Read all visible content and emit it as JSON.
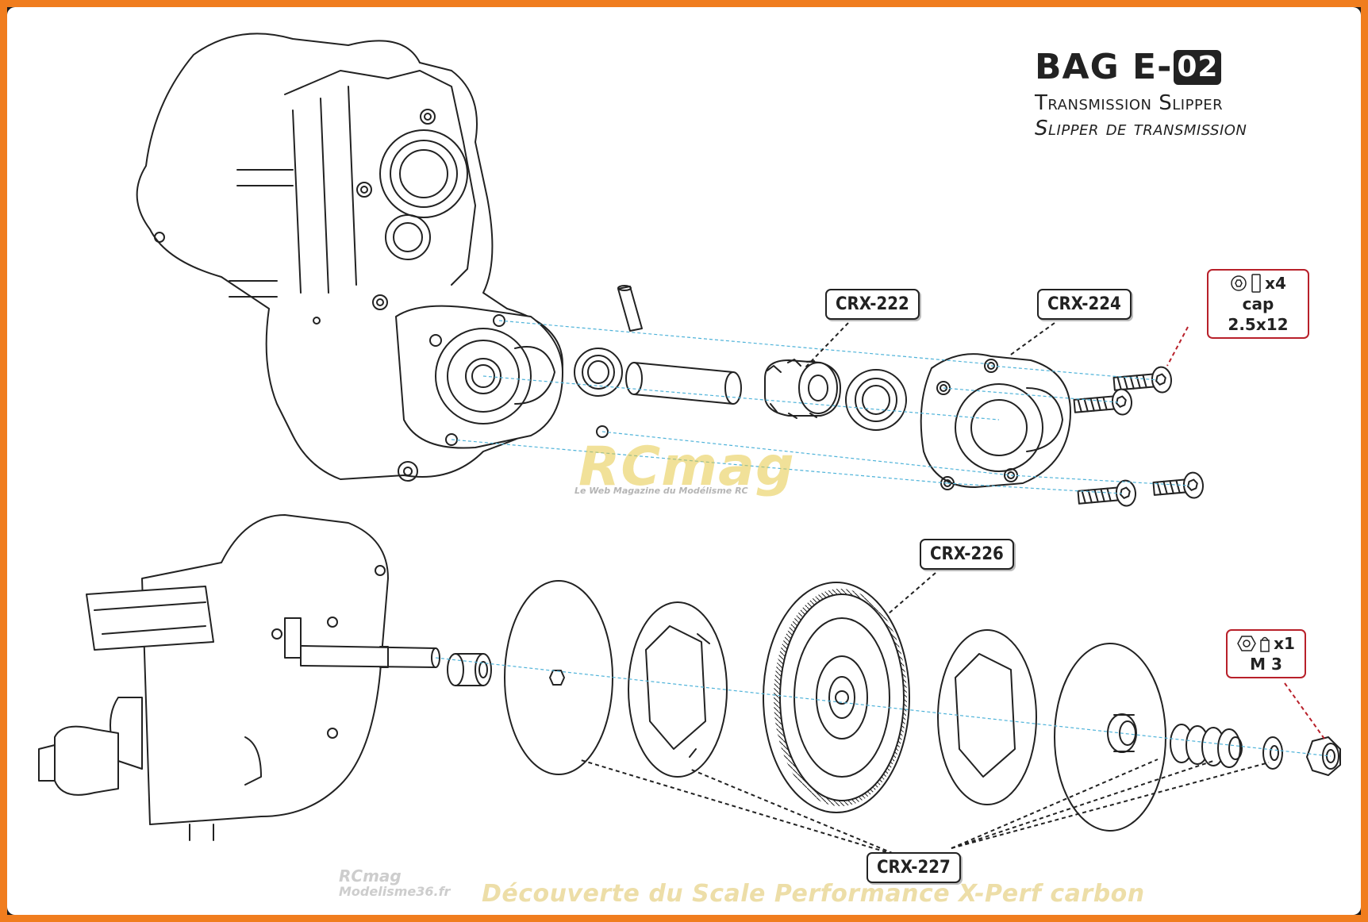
{
  "header": {
    "bag_prefix": "BAG E-",
    "bag_number": "02",
    "subtitle_en": "Transmission Slipper",
    "subtitle_fr": "Slipper de transmission"
  },
  "callouts": [
    {
      "id": "crx-222",
      "label": "CRX-222"
    },
    {
      "id": "crx-224",
      "label": "CRX-224"
    },
    {
      "id": "crx-226",
      "label": "CRX-226"
    },
    {
      "id": "crx-227",
      "label": "CRX-227"
    }
  ],
  "hardware": {
    "screw": {
      "qty": "x4",
      "spec": "cap 2.5x12"
    },
    "nut": {
      "qty": "x1",
      "spec": "M 3"
    }
  },
  "watermark": {
    "brand": "RCmag",
    "tagline": "Le Web Magazine du Modélisme RC"
  },
  "footer": {
    "brand": "RCmag",
    "site": "Modelisme36.fr",
    "caption": "Découverte du Scale Performance X-Perf carbon"
  },
  "colors": {
    "frame": "#f07d1e",
    "hardware_border": "#b8202a",
    "guide_line": "#4fb3d9",
    "ink": "#222222"
  }
}
